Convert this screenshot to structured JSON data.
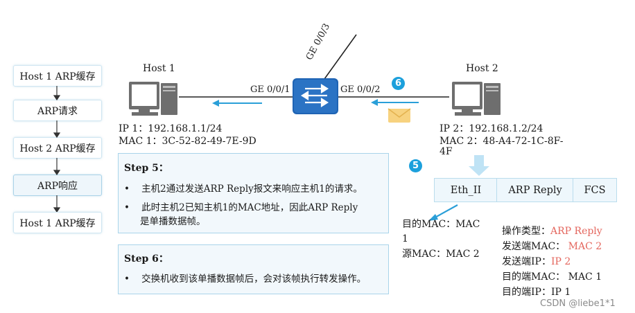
{
  "flow": [
    {
      "label": "Host 1 ARP缓存"
    },
    {
      "label": "ARP请求"
    },
    {
      "label": "Host 2 ARP缓存"
    },
    {
      "label": "ARP响应"
    },
    {
      "label": "Host 1 ARP缓存"
    }
  ],
  "host1": {
    "name": "Host 1",
    "ip": "IP 1：192.168.1.1/24",
    "mac": "MAC 1：3C-52-82-49-7E-9D"
  },
  "host2": {
    "name": "Host 2",
    "ip": "IP 2：192.168.1.2/24",
    "mac_line1": "MAC 2：48-A4-72-1C-8F-",
    "mac_line2": "4F"
  },
  "switch": {
    "port_left": "GE 0/0/1",
    "port_right": "GE 0/0/2",
    "port_up": "GE 0/0/3"
  },
  "badges": {
    "b6": "6",
    "b5": "5"
  },
  "step5": {
    "title": "Step 5：",
    "bullets": [
      {
        "text": "主机2通过发送ARP Reply报文来响应主机1的请求。"
      },
      {
        "text": "此时主机2已知主机1的MAC地址，因此ARP Reply",
        "cont": "是单播数据帧。"
      }
    ]
  },
  "step6": {
    "title": "Step 6：",
    "bullets": [
      {
        "text": "交换机收到该单播数据帧后，会对该帧执行转发操作。"
      }
    ]
  },
  "frame": {
    "cells": [
      {
        "label": "Eth_II"
      },
      {
        "label": "ARP Reply"
      },
      {
        "label": "FCS"
      }
    ]
  },
  "eth_detail": {
    "dst_line1": "目的MAC：MAC",
    "dst_line2": "1",
    "src": "源MAC：MAC 2"
  },
  "arp_detail": {
    "op_label": "操作类型：",
    "op_value": "ARP Reply",
    "sender_mac_label": "发送端MAC：",
    "sender_mac_value": "MAC 2",
    "sender_ip_label": "发送端IP：",
    "sender_ip_value": "IP 2",
    "target_mac": "目的端MAC： MAC 1",
    "target_ip": "目的端IP：IP 1"
  },
  "watermark": "CSDN @liebe1*1",
  "colors": {
    "accent": "#1ca0dc",
    "highlight": "#e4665d",
    "switch": "#1f64b4"
  }
}
